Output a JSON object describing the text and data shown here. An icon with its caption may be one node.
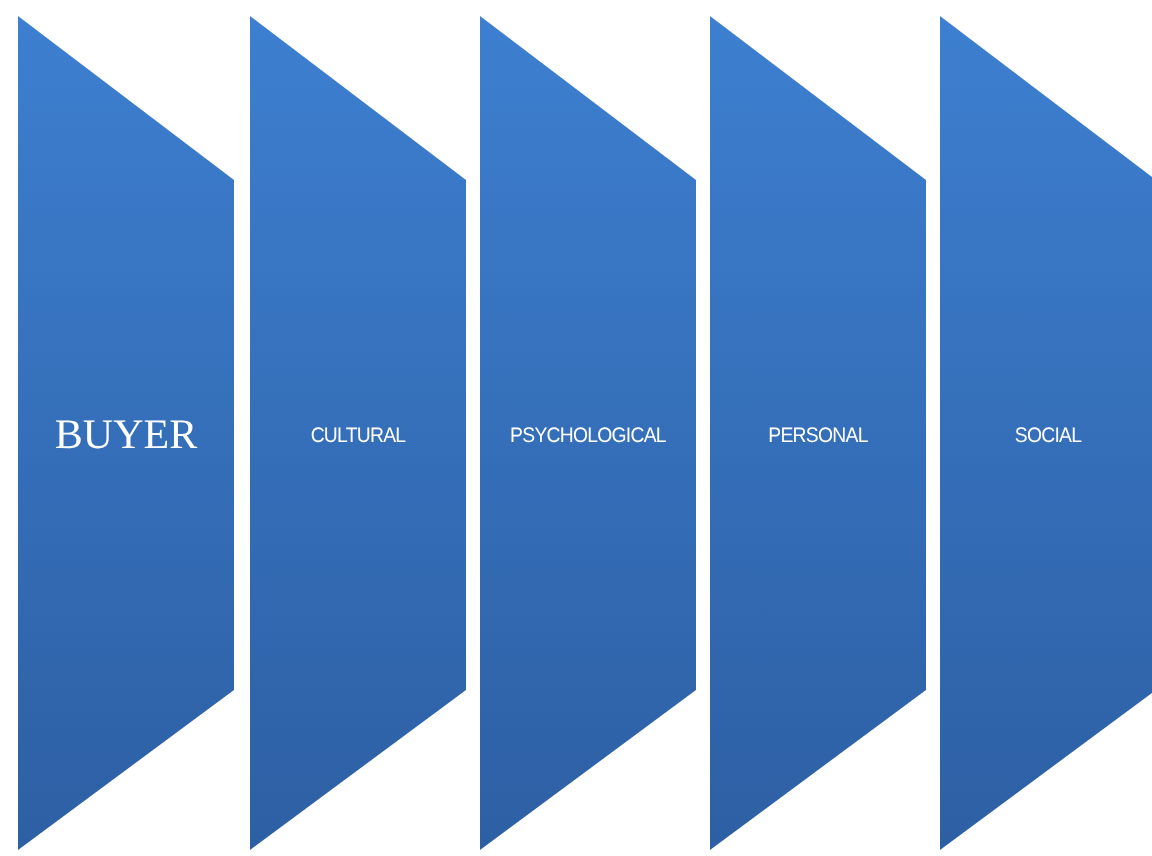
{
  "diagram": {
    "nodes": [
      {
        "text": [
          "BUYER"
        ]
      },
      {
        "text": [
          "CULTURAL"
        ]
      },
      {
        "text": [
          "PSYCHOLOGICAL"
        ]
      },
      {
        "text": [
          "PERSONAL"
        ]
      },
      {
        "text": [
          "SOCIAL"
        ]
      }
    ]
  }
}
